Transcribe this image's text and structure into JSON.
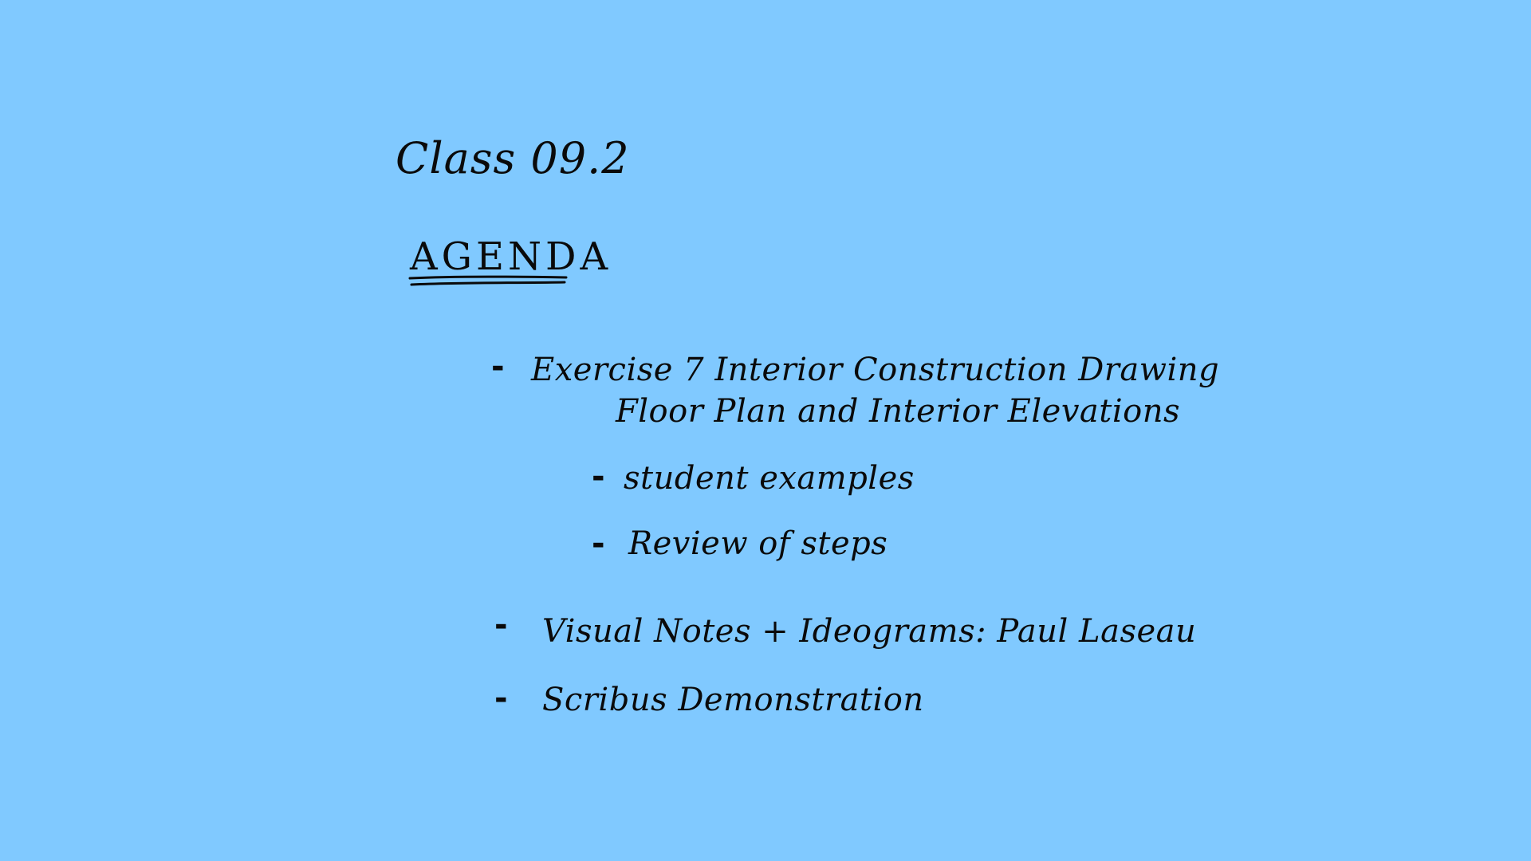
{
  "slide": {
    "background": "#80c9ff",
    "ink": "#0a0a0a",
    "title": "Class 09.2",
    "heading": "AGENDA",
    "bullet": "-",
    "items": [
      {
        "line1": "Exercise 7 Interior Construction Drawing",
        "line2": "Floor Plan and Interior Elevations",
        "subitems": [
          "student examples",
          "Review of steps"
        ]
      },
      {
        "line1": "Visual Notes + Ideograms: Paul Laseau"
      },
      {
        "line1": "Scribus Demonstration"
      }
    ]
  }
}
